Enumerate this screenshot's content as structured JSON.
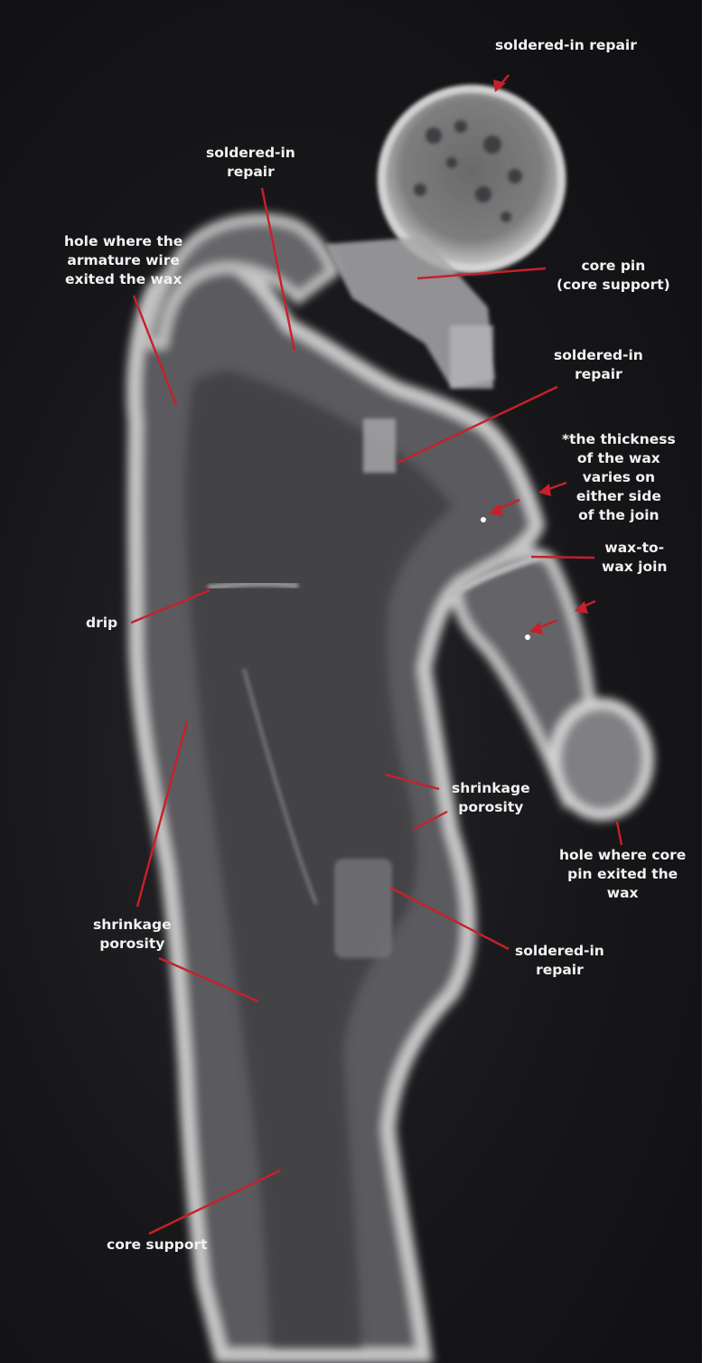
{
  "annotations": {
    "soldered_head": [
      "soldered-in repair"
    ],
    "soldered_neck": [
      "soldered-in",
      "repair"
    ],
    "armature_hole": [
      "hole where the",
      "armature wire",
      "exited the wax"
    ],
    "core_pin": [
      "core pin",
      "(core support)"
    ],
    "soldered_chest": [
      "soldered-in",
      "repair"
    ],
    "wax_thickness": [
      "*the thickness",
      "of the wax",
      "varies on",
      "either side",
      "of the join"
    ],
    "wax_join": [
      "wax-to-",
      "wax join"
    ],
    "drip": [
      "drip"
    ],
    "shrinkage_right": [
      "shrinkage",
      "porosity"
    ],
    "core_pin_hole": [
      "hole where core",
      "pin exited the",
      "wax"
    ],
    "shrinkage_left": [
      "shrinkage",
      "porosity"
    ],
    "soldered_hip": [
      "soldered-in",
      "repair"
    ],
    "core_support": [
      "core support"
    ]
  },
  "colors": {
    "background": "#151518",
    "leader_red": "#c8202a",
    "label_text": "#f2f2f2"
  }
}
